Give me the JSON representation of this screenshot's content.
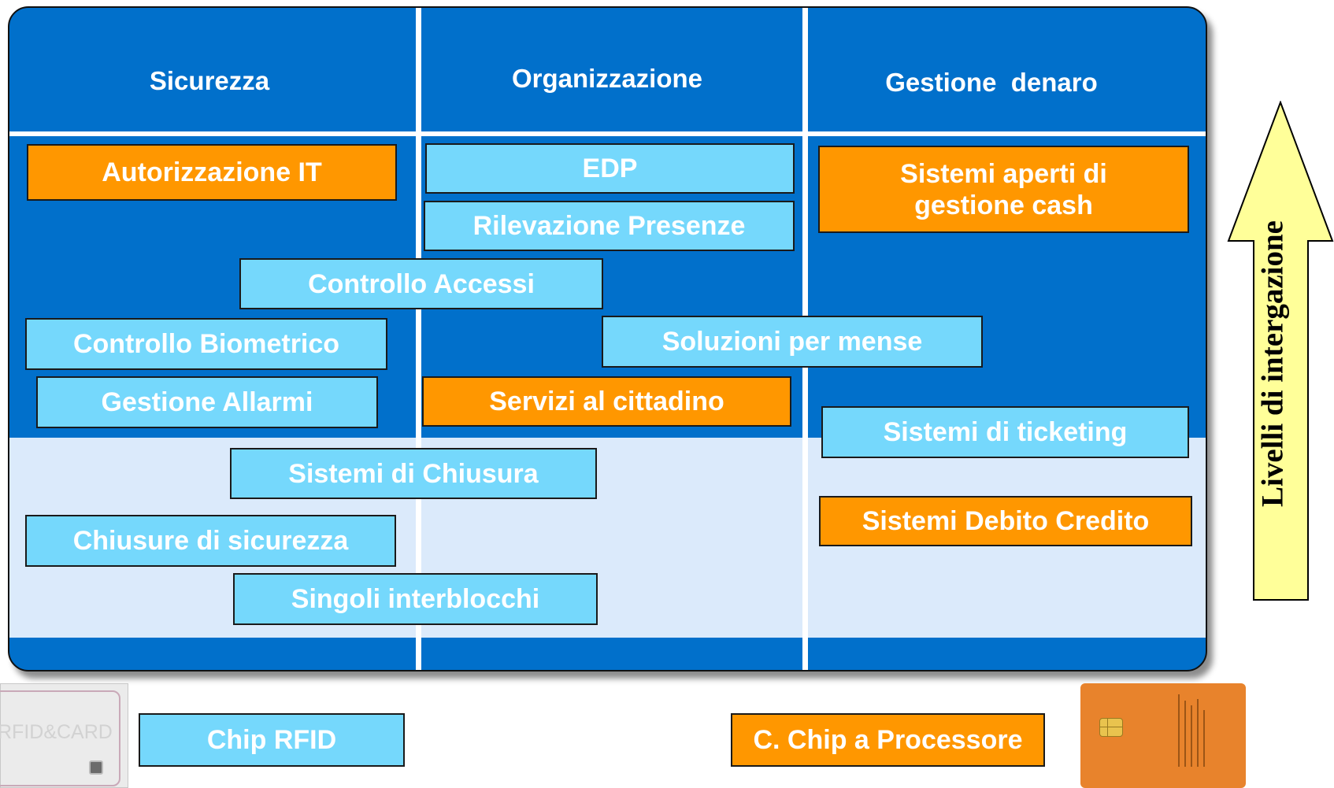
{
  "columns": [
    "Sicurezza",
    "Organizzazione",
    "Gestione  denaro"
  ],
  "boxes": {
    "autorizzazione_it": "Autorizzazione IT",
    "edp": "EDP",
    "rilevazione_presenze": "Rilevazione Presenze",
    "controllo_accessi": "Controllo Accessi",
    "controllo_biometrico": "Controllo Biometrico",
    "soluzioni_mense": "Soluzioni per mense",
    "gestione_allarmi": "Gestione Allarmi",
    "servizi_cittadino": "Servizi al cittadino",
    "sistemi_aperti": "Sistemi aperti di\ngestione cash",
    "sistemi_ticketing": "Sistemi di ticketing",
    "sistemi_chiusura": "Sistemi di Chiusura",
    "chiusure_sicurezza": "Chiusure di sicurezza",
    "sistemi_debito": "Sistemi Debito Credito",
    "singoli_interblocchi": "Singoli interblocchi"
  },
  "arrow_label": "Livelli di intergazione",
  "chip_rfid": "Chip RFID",
  "chip_processore": "C. Chip a Processore",
  "rfid_card_text": "RFID&CARD",
  "colors": {
    "panel": "#0170cb",
    "light_band": "#dbeafb",
    "box_cyan": "#75d8fc",
    "box_orange": "#ff9700",
    "arrow_fill": "#ffff99"
  }
}
